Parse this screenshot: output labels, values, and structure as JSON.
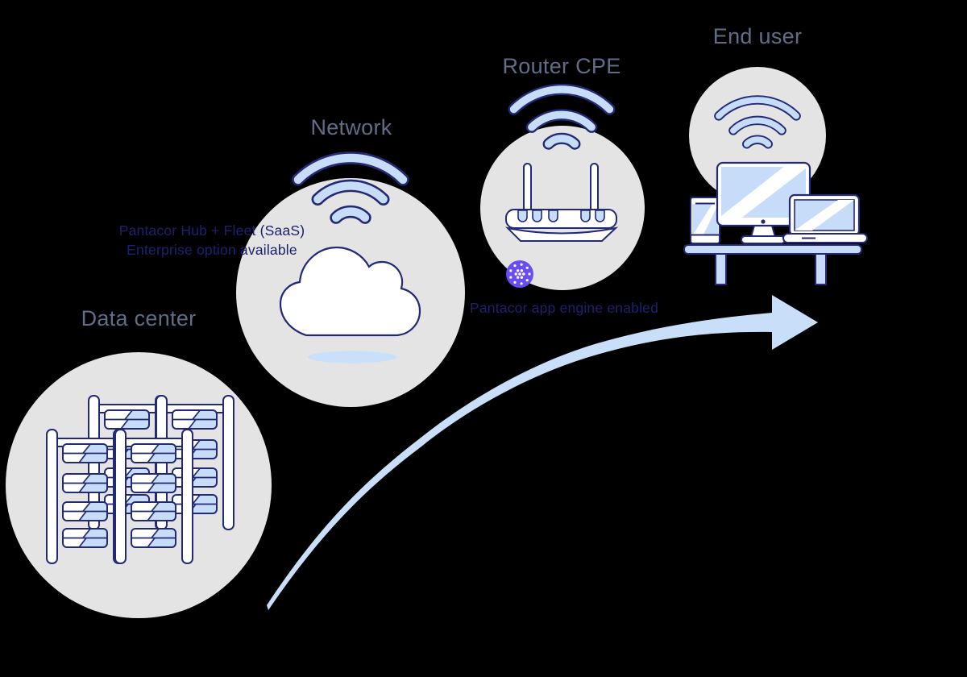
{
  "palette": {
    "background": "#000000",
    "circle_gray": "#e4e4e4",
    "light_blue": "#c6dcf8",
    "arrow_blue": "#c8def9",
    "outline_navy": "#232a73",
    "title_slate": "#5e6e88",
    "annotation_navy": "#1b2070",
    "badge_purple": "#6a4df2"
  },
  "stages": [
    {
      "id": "data-center",
      "label": "Data center"
    },
    {
      "id": "network",
      "label": "Network",
      "annotation": {
        "line1": "Pantacor Hub + Fleet (SaaS)",
        "line2": "Enterprise option available"
      }
    },
    {
      "id": "router-cpe",
      "label": "Router CPE",
      "annotation": {
        "line1": "Pantacor app engine enabled"
      }
    },
    {
      "id": "end-user",
      "label": "End user"
    }
  ],
  "icons": {
    "wifi": "wifi-signal-icon",
    "cloud": "cloud-icon",
    "racks": "server-racks-icon",
    "router": "router-device-icon",
    "devices": "end-user-devices-icon",
    "badge": "pantacor-logo-badge",
    "arrow": "flow-arrow"
  }
}
